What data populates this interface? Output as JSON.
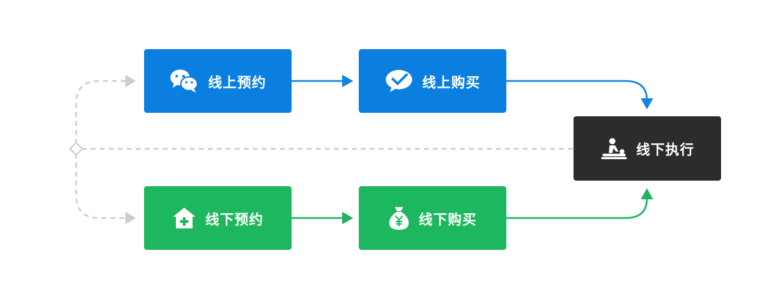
{
  "nodes": {
    "online_booking": {
      "label": "线上预约",
      "color": "#0a7fe0",
      "icon": "wechat-icon"
    },
    "online_purchase": {
      "label": "线上购买",
      "color": "#0a7fe0",
      "icon": "wechat-pay-icon"
    },
    "offline_booking": {
      "label": "线下预约",
      "color": "#1cb75e",
      "icon": "house-plus-icon"
    },
    "offline_purchase": {
      "label": "线下购买",
      "color": "#1cb75e",
      "icon": "money-bag-icon"
    },
    "offline_execution": {
      "label": "线下执行",
      "color": "#2c2c2c",
      "icon": "massage-icon"
    }
  },
  "colors": {
    "online_flow": "#1183e0",
    "offline_flow": "#1fb35d",
    "dashed_connector": "#cccccc",
    "background": "#ffffff"
  }
}
